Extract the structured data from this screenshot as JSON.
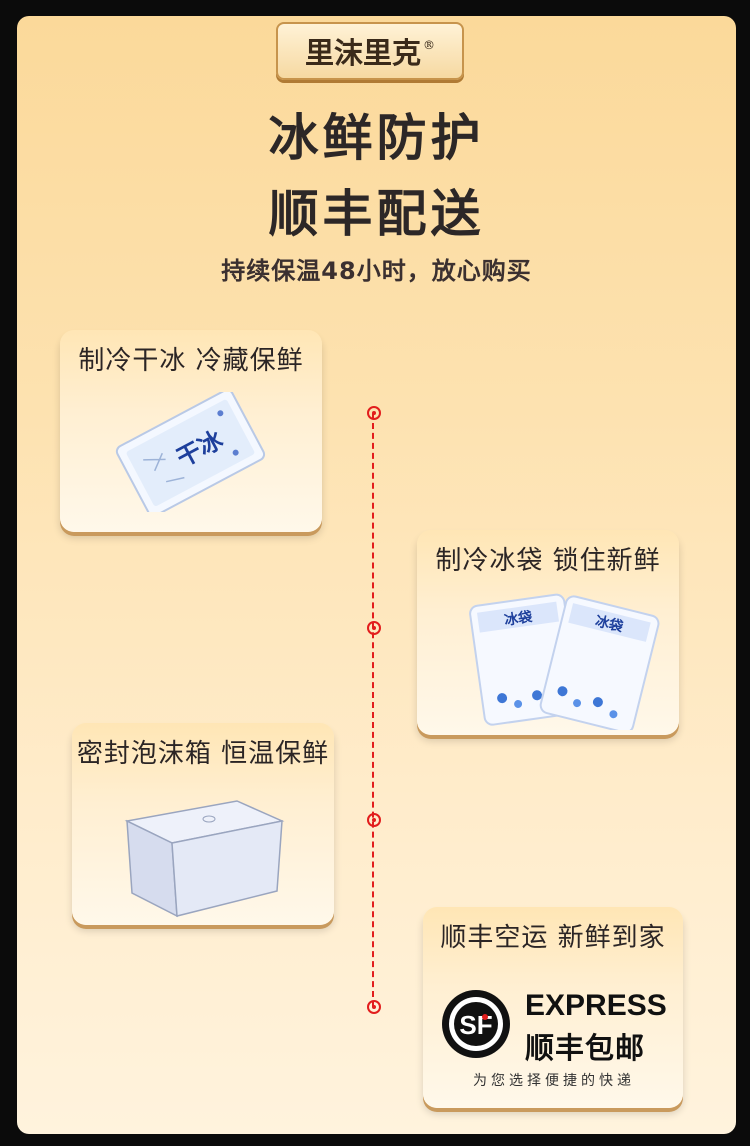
{
  "brand": {
    "name": "里沫里克",
    "mark": "®"
  },
  "headline": {
    "line1": "冰鲜防护",
    "line2": "顺丰配送"
  },
  "subtitle": "持续保温48小时，放心购买",
  "cards": [
    {
      "caption": "制冷干冰 冷藏保鲜",
      "image": "dry-ice-pack",
      "pack_text": "干冰"
    },
    {
      "caption": "制冷冰袋 锁住新鲜",
      "image": "ice-bags",
      "pack_text": "冰袋"
    },
    {
      "caption": "密封泡沫箱 恒温保鲜",
      "image": "foam-box"
    },
    {
      "caption": "顺丰空运 新鲜到家",
      "image": "sf-express-logo"
    }
  ],
  "sf": {
    "en": "EXPRESS",
    "cn": "顺丰包邮",
    "slogan": "为您选择便捷的快递",
    "logo_text": "SF"
  },
  "colors": {
    "timeline": "#e21d1d",
    "panel_top": "#fbd99a",
    "panel_bottom": "#fff3dd"
  }
}
